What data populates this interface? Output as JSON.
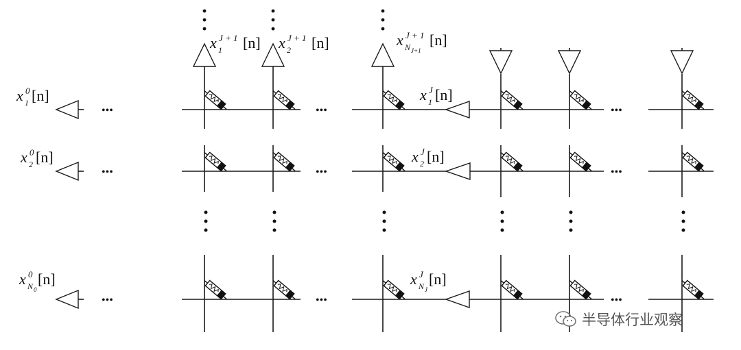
{
  "input_labels": [
    {
      "var": "x",
      "sub": "1",
      "sup": "0",
      "arg": "[n]"
    },
    {
      "var": "x",
      "sub": "2",
      "sup": "0",
      "arg": "[n]"
    },
    {
      "var": "x",
      "sub": "N",
      "subsub": "0",
      "sup": "0",
      "arg": "[n]"
    }
  ],
  "layer_labels": [
    {
      "var": "x",
      "sub": "1",
      "sup": "J",
      "arg": "[n]"
    },
    {
      "var": "x",
      "sub": "2",
      "sup": "J",
      "arg": "[n]"
    },
    {
      "var": "x",
      "sub": "N",
      "subsub": "J",
      "sup": "J",
      "arg": "[n]"
    }
  ],
  "output_labels": [
    {
      "var": "x",
      "sub": "1",
      "sup": "J + 1",
      "arg": "[n]"
    },
    {
      "var": "x",
      "sub": "2",
      "sup": "J + 1",
      "arg": "[n]"
    },
    {
      "var": "x",
      "sub": "N",
      "subsub": "J+1",
      "sup": "J + 1",
      "arg": "[n]"
    }
  ],
  "ellipsis": "•••",
  "watermark": {
    "text": "半导体行业观察",
    "icon": "wechat-icon"
  }
}
